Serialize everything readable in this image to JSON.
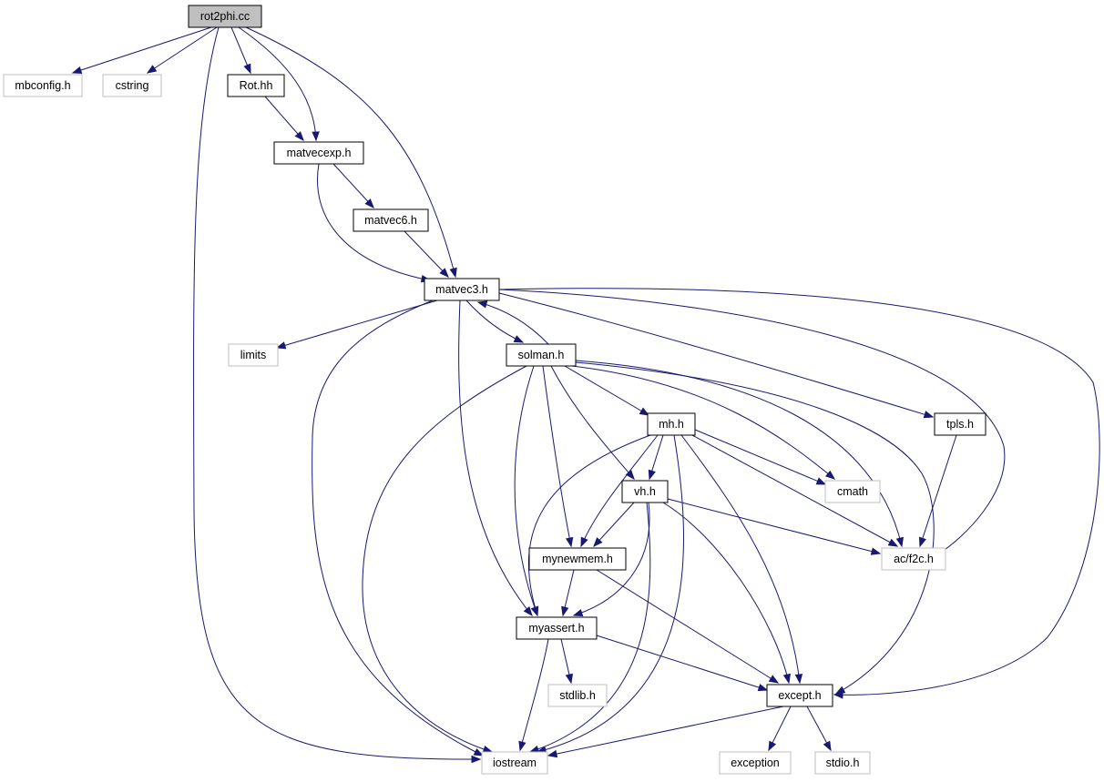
{
  "graph": {
    "nodes": {
      "root": {
        "label": "rot2phi.cc",
        "kind": "root"
      },
      "mbconfig": {
        "label": "mbconfig.h",
        "kind": "external"
      },
      "cstring": {
        "label": "cstring",
        "kind": "external"
      },
      "rot": {
        "label": "Rot.hh",
        "kind": "file"
      },
      "matvecexp": {
        "label": "matvecexp.h",
        "kind": "file"
      },
      "matvec6": {
        "label": "matvec6.h",
        "kind": "file"
      },
      "matvec3": {
        "label": "matvec3.h",
        "kind": "file"
      },
      "limits": {
        "label": "limits",
        "kind": "external"
      },
      "solman": {
        "label": "solman.h",
        "kind": "file"
      },
      "tpls": {
        "label": "tpls.h",
        "kind": "file"
      },
      "mh": {
        "label": "mh.h",
        "kind": "file"
      },
      "cmath": {
        "label": "cmath",
        "kind": "external"
      },
      "vh": {
        "label": "vh.h",
        "kind": "file"
      },
      "f2c": {
        "label": "ac/f2c.h",
        "kind": "external"
      },
      "mynewmem": {
        "label": "mynewmem.h",
        "kind": "file"
      },
      "myassert": {
        "label": "myassert.h",
        "kind": "file"
      },
      "stdlib": {
        "label": "stdlib.h",
        "kind": "external"
      },
      "except": {
        "label": "except.h",
        "kind": "file"
      },
      "iostream": {
        "label": "iostream",
        "kind": "external"
      },
      "exception": {
        "label": "exception",
        "kind": "external"
      },
      "stdio": {
        "label": "stdio.h",
        "kind": "external"
      }
    },
    "edges": [
      [
        "root",
        "mbconfig"
      ],
      [
        "root",
        "cstring"
      ],
      [
        "root",
        "rot"
      ],
      [
        "root",
        "matvecexp"
      ],
      [
        "root",
        "matvec3"
      ],
      [
        "root",
        "iostream"
      ],
      [
        "rot",
        "matvecexp"
      ],
      [
        "matvecexp",
        "matvec6"
      ],
      [
        "matvecexp",
        "matvec3"
      ],
      [
        "matvec6",
        "matvec3"
      ],
      [
        "matvec3",
        "limits"
      ],
      [
        "matvec3",
        "solman"
      ],
      [
        "matvec3",
        "tpls"
      ],
      [
        "matvec3",
        "f2c"
      ],
      [
        "matvec3",
        "except"
      ],
      [
        "matvec3",
        "iostream"
      ],
      [
        "matvec3",
        "myassert"
      ],
      [
        "solman",
        "matvec3"
      ],
      [
        "solman",
        "mh"
      ],
      [
        "solman",
        "cmath"
      ],
      [
        "solman",
        "vh"
      ],
      [
        "solman",
        "f2c"
      ],
      [
        "solman",
        "mynewmem"
      ],
      [
        "solman",
        "myassert"
      ],
      [
        "solman",
        "except"
      ],
      [
        "solman",
        "iostream"
      ],
      [
        "tpls",
        "f2c"
      ],
      [
        "mh",
        "vh"
      ],
      [
        "mh",
        "cmath"
      ],
      [
        "mh",
        "f2c"
      ],
      [
        "mh",
        "mynewmem"
      ],
      [
        "mh",
        "myassert"
      ],
      [
        "mh",
        "except"
      ],
      [
        "mh",
        "iostream"
      ],
      [
        "vh",
        "f2c"
      ],
      [
        "vh",
        "mynewmem"
      ],
      [
        "vh",
        "myassert"
      ],
      [
        "vh",
        "except"
      ],
      [
        "vh",
        "iostream"
      ],
      [
        "mynewmem",
        "myassert"
      ],
      [
        "mynewmem",
        "except"
      ],
      [
        "myassert",
        "stdlib"
      ],
      [
        "myassert",
        "except"
      ],
      [
        "myassert",
        "iostream"
      ],
      [
        "except",
        "exception"
      ],
      [
        "except",
        "stdio"
      ],
      [
        "except",
        "iostream"
      ]
    ]
  }
}
